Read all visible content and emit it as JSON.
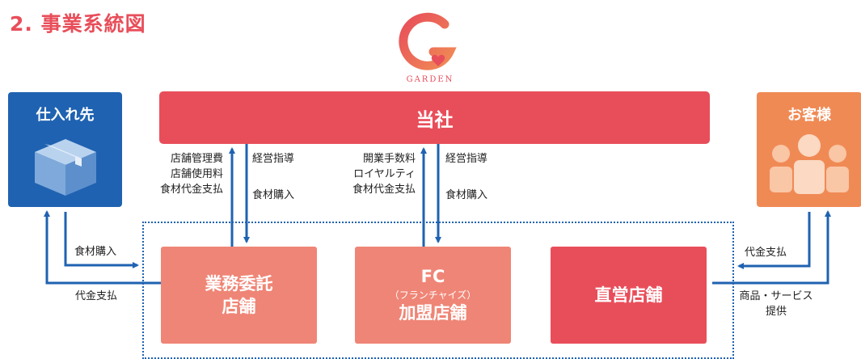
{
  "title": "2. 事業系統図",
  "logo": {
    "brand": "GARDEN",
    "colors": {
      "primary": "#e84e5a",
      "secondary": "#f08a55"
    }
  },
  "company": {
    "label": "当社"
  },
  "supplier": {
    "label": "仕入れ先",
    "icon": "box-icon",
    "color": "#1f62b1"
  },
  "customer": {
    "label": "お客様",
    "icon": "people-icon",
    "color": "#f08a55"
  },
  "stores": {
    "outsourced": {
      "line1": "業務委託",
      "line2": "店舗"
    },
    "franchise": {
      "line1": "FC",
      "sub": "（フランチャイズ）",
      "line2": "加盟店舗"
    },
    "direct": {
      "label": "直営店舗"
    }
  },
  "flows": {
    "outsourced_up": [
      "店舗管理費",
      "店舗使用料",
      "食材代金支払"
    ],
    "outsourced_down": [
      "経営指導",
      "食材購入"
    ],
    "franchise_up": [
      "開業手数料",
      "ロイヤルティ",
      "食材代金支払"
    ],
    "franchise_down": [
      "経営指導",
      "食材購入"
    ],
    "supplier_in": "食材購入",
    "supplier_out": "代金支払",
    "customer_in": "代金支払",
    "customer_out": [
      "商品・サービス",
      "提供"
    ]
  }
}
